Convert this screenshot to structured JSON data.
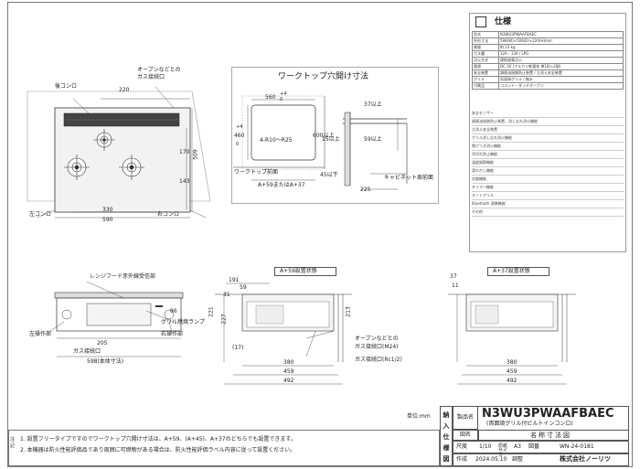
{
  "top_view": {
    "oven_gas_label": [
      "オーブンなどとの",
      "ガス接続口"
    ],
    "grill_exhaust": "後コンロ",
    "left_burner": "左コンロ",
    "right_burner": "右コンロ",
    "dims": {
      "d220": "220",
      "d170": "170",
      "d509": "509",
      "d143": "143",
      "d330": "330",
      "d590": "590"
    }
  },
  "cutout": {
    "title": "ワークトップ穴開け寸法",
    "d560": "560",
    "d560_tol": [
      "+4",
      "0"
    ],
    "d460": "460",
    "d460_tol": [
      "+4",
      "0"
    ],
    "radius": "4-R10～R25",
    "d600": "600以上",
    "front": "ワークトップ前面",
    "note": "A+59またはA+37",
    "d15": "15以上",
    "d59": "59以上",
    "d37": "37以上",
    "d45": "45以下",
    "d225": "225",
    "cabinet": "キャビネット扉前面"
  },
  "spec": {
    "title": "仕様",
    "rows": [
      [
        "型式",
        "N3WU3PWAAFBAEC"
      ],
      [
        "外形寸法",
        "598(W)×509(D)×220(H)mm"
      ],
      [
        "質量",
        "約 23 kg"
      ],
      [
        "ガス種",
        "12A・13A / LPG"
      ],
      [
        "点火方式",
        "連続放電点火"
      ],
      [
        "電源",
        "DC 3V (アルカリ乾電池 単1形×2個)"
      ],
      [
        "安全装置",
        "調理油過熱防止装置 / 立消え安全装置"
      ],
      [
        "グリル",
        "両面焼グリル / 無水"
      ],
      [
        "付属品",
        "ココット・ダッチオーブン"
      ]
    ],
    "notes": [
      "安全センサー",
      "調理油過熱防止装置、消し忘れ消火機能",
      "立消え安全装置",
      "グリル消し忘れ消火機能",
      "焦げつき消火機能",
      "早切れ防止機能",
      "温度調節機能",
      "湯わかし機能",
      "炊飯機能",
      "タイマー機能",
      "オートグリル",
      "Bluetooth 連携機能",
      "その他"
    ]
  },
  "front_view": {
    "hood_label": "レンジフード赤外線受信部",
    "left_op": "左操作部",
    "grill_lamp": "グリル燃焼ランプ",
    "right_op": "右操作部",
    "gas_inlet": "ガス接続口",
    "body_width": "598(本体寸法)",
    "d205": "205",
    "d86": "86"
  },
  "side_a59": {
    "title": "A+59設置状態",
    "d191": "191",
    "d59": "59",
    "d31": "31",
    "d221": "221",
    "d213": "213",
    "d227": "227",
    "d17": "(17)",
    "d380": "380",
    "d459": "459",
    "d492": "492",
    "oven_label": [
      "オーブンなどとの",
      "ガス接続口(M24)"
    ],
    "gas_label": "ガス接続口(Rc1/2)"
  },
  "side_a37": {
    "title": "A+37設置状態",
    "d37": "37",
    "d11": "11",
    "d380": "380",
    "d459": "459",
    "d492": "492"
  },
  "title_block": {
    "unit": "単位:mm",
    "delivery": [
      "納",
      "入",
      "仕",
      "様",
      "図"
    ],
    "product_name_label": "製品名",
    "model": "N3WU3PWAAFBAEC",
    "model_desc": "(両面焼グリル付ビルトインコンロ)",
    "drawing_label": "図名",
    "drawing_name": "名称寸法図",
    "scale_label": "尺度",
    "scale": "1/10",
    "paper_label": "原紙サイズ",
    "paper": "A3",
    "drawing_no_label": "図番",
    "drawing_no": "WN-24-0181",
    "created_label": "作成",
    "created": "2024.05.10",
    "check_label": "調整",
    "company": "株式会社ノーリツ"
  },
  "notes": {
    "label": "注記",
    "lines": [
      "1. 設置フリータイプですのでワークトップ穴開け寸法は、A+59、(A+45)、A+37のどちらでも設置できます。",
      "2. 本機器は防火性能評価品であり周囲に可燃物がある場合は、防火性能評価ラベル内容に従って設置ください。"
    ]
  }
}
